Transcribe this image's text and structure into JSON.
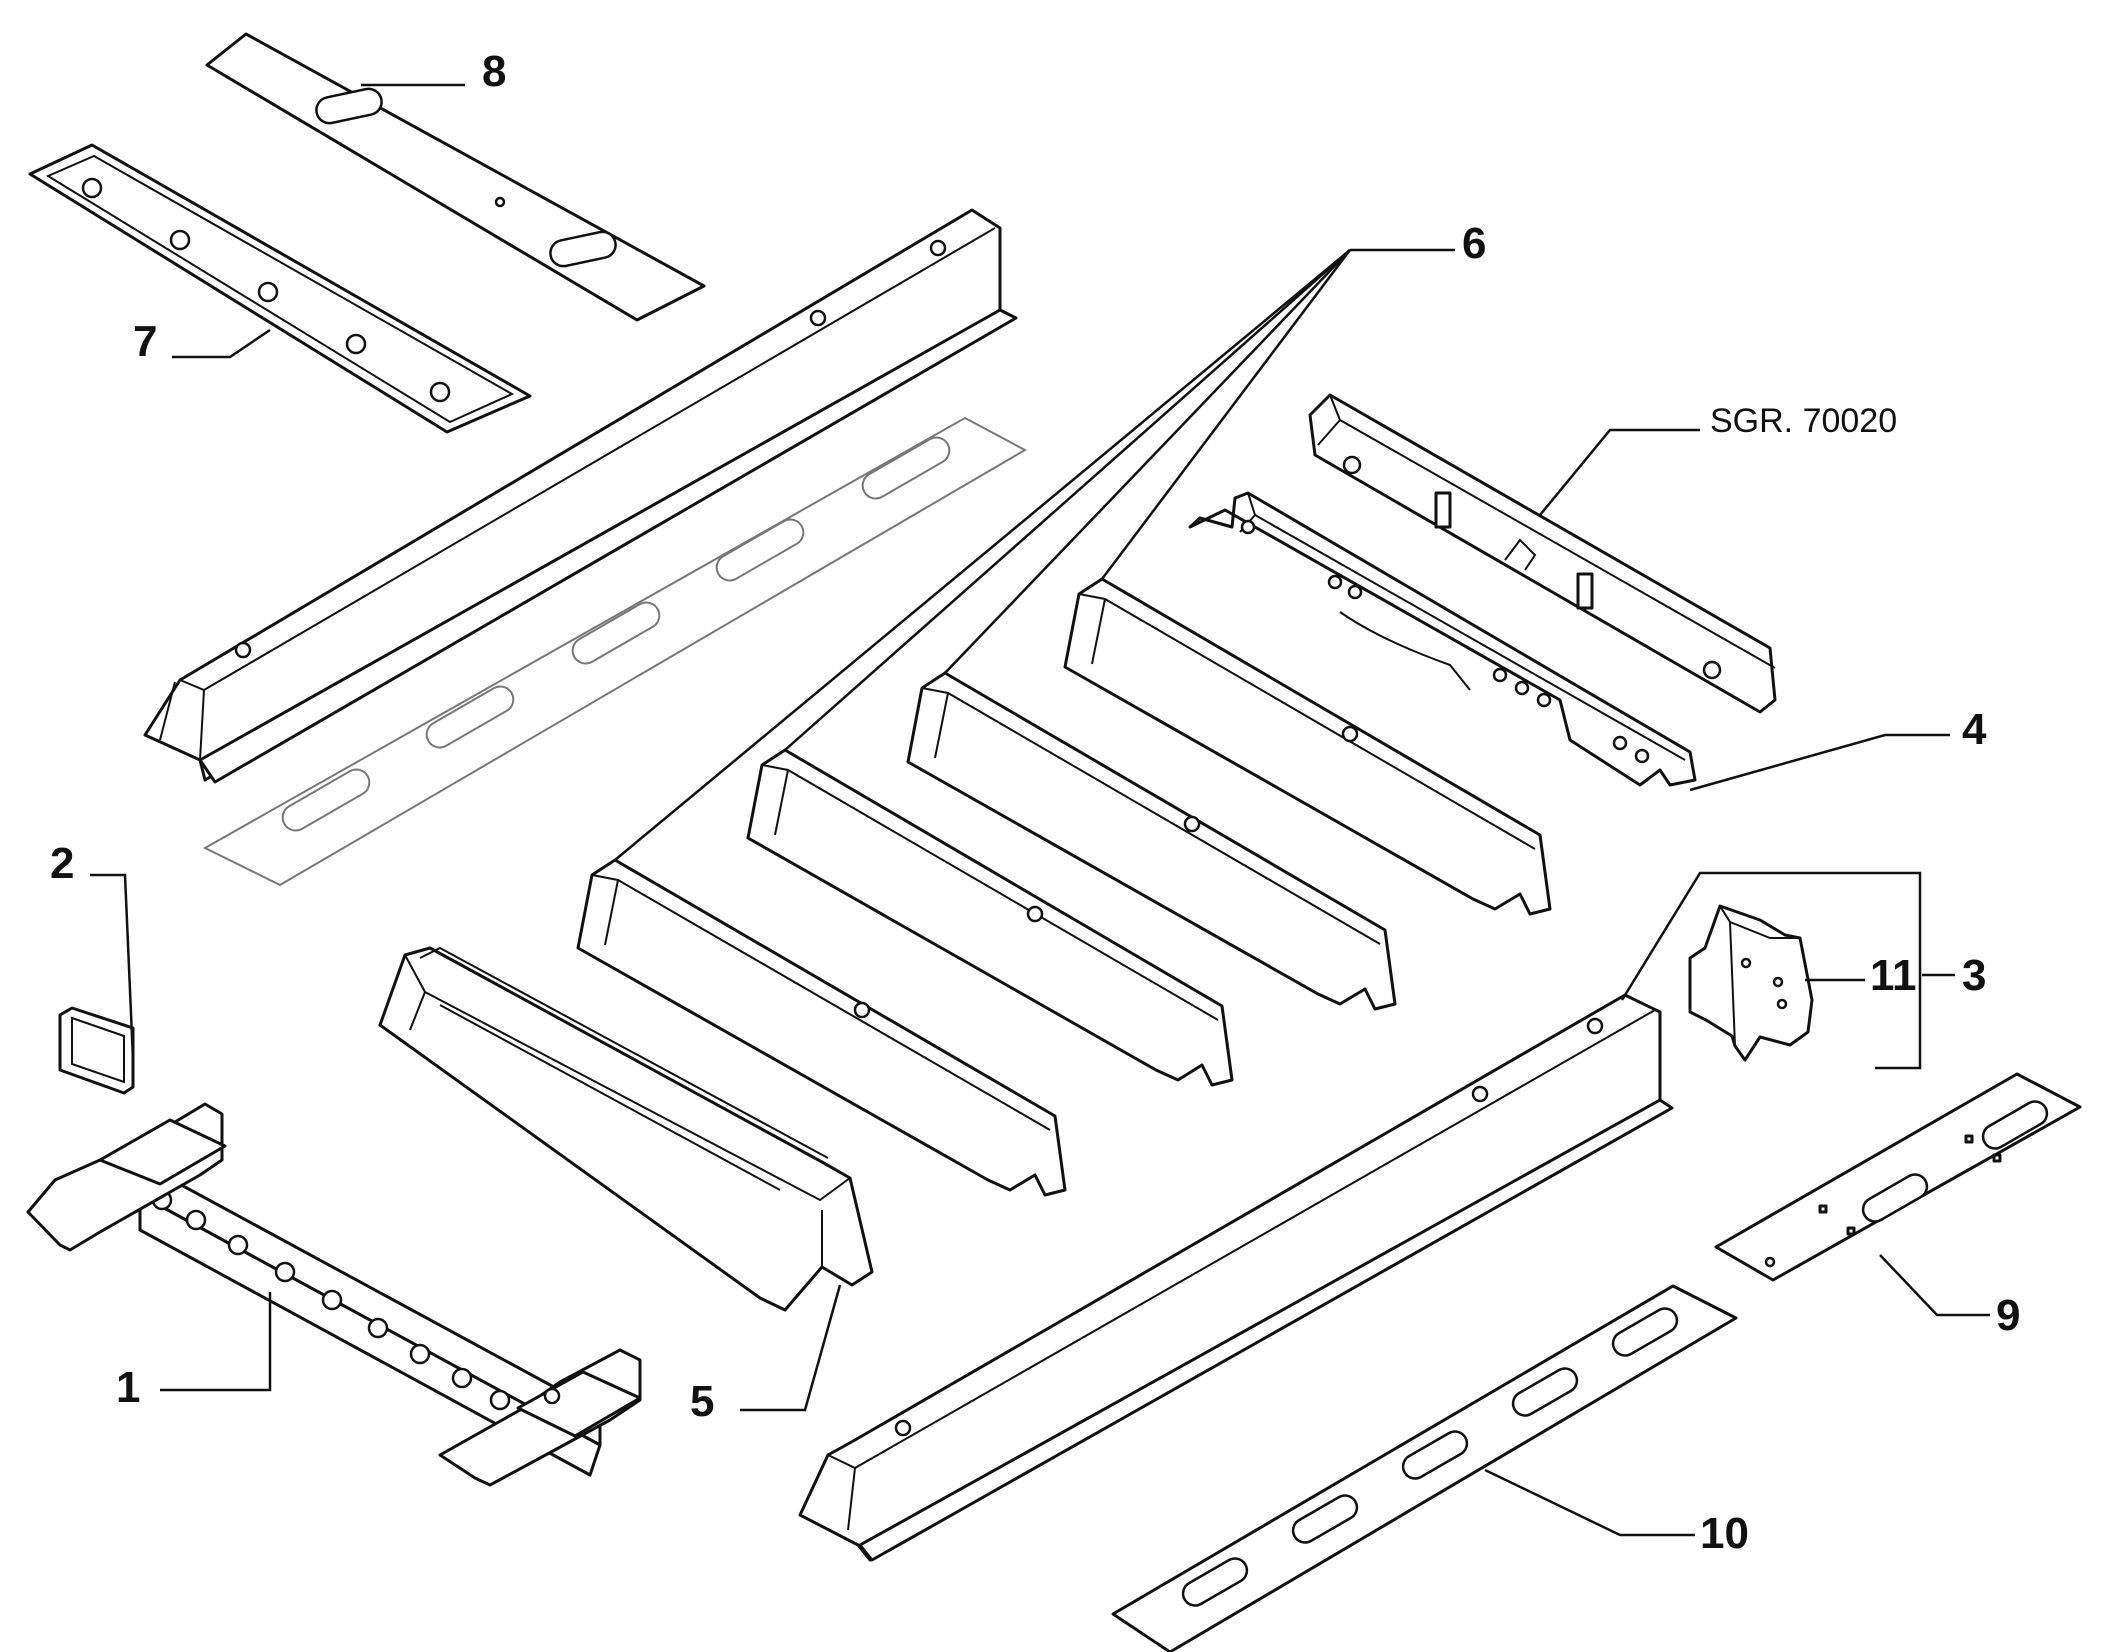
{
  "callouts": {
    "c1": "1",
    "c2": "2",
    "c3": "3",
    "c4": "4",
    "c5": "5",
    "c6": "6",
    "c7": "7",
    "c8": "8",
    "c9": "9",
    "c10": "10",
    "c11": "11"
  },
  "reference_label": "SGR. 70020",
  "colors": {
    "line": "#111111",
    "background": "#ffffff",
    "faint_part": "#777777"
  }
}
